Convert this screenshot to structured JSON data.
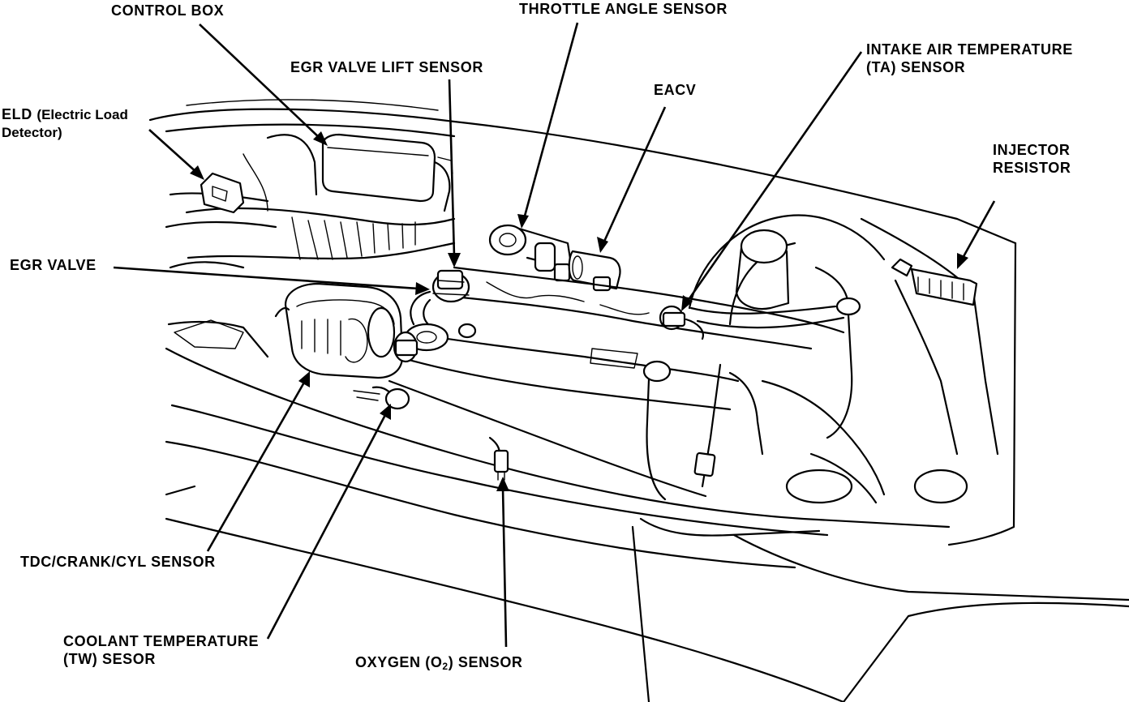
{
  "labels": {
    "control_box": "CONTROL BOX",
    "throttle_angle_sensor": "THROTTLE ANGLE SENSOR",
    "egr_valve_lift_sensor": "EGR VALVE LIFT SENSOR",
    "eacv": "EACV",
    "intake_air_temp_line1": "INTAKE AIR TEMPERATURE",
    "intake_air_temp_line2": "(TA) SENSOR",
    "eld_abbr": "ELD",
    "eld_line1_rest": "(Electric Load",
    "eld_line2": "Detector)",
    "injector_resistor_line1": "INJECTOR",
    "injector_resistor_line2": "RESISTOR",
    "egr_valve": "EGR VALVE",
    "tdc_sensor": "TDC/CRANK/CYL SENSOR",
    "coolant_temp_line1": "COOLANT TEMPERATURE",
    "coolant_temp_line2": "(TW) SESOR",
    "oxygen_sensor_prefix": "OXYGEN (O",
    "oxygen_sensor_sub": "2",
    "oxygen_sensor_suffix": ") SENSOR"
  }
}
